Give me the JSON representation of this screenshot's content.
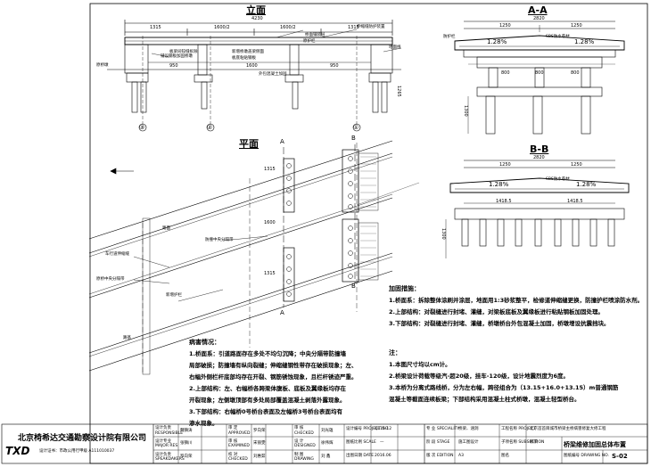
{
  "views": {
    "elevation": {
      "title": "立面",
      "total_dim": "4230",
      "dims_top": [
        "1315",
        "1600/2",
        "1600/2",
        "1315"
      ],
      "dims_mid": [
        "950",
        "1600",
        "950"
      ],
      "dim_right": "1265",
      "axes": [
        "③",
        "②",
        "①"
      ],
      "labels": {
        "l1": "伸缩缝防护装置",
        "l2": "桥面铺装层",
        "l3": "板梁间铰缝拆除",
        "l4": "铺设钢板加固桥墩",
        "l5": "新增桥墩盖梁侧面",
        "l6": "板底粘贴钢板",
        "l7": "外包混凝土加固",
        "l8": "地面线",
        "l9": "原桥墩",
        "l10": "原护栏"
      }
    },
    "section_aa": {
      "title": "A-A",
      "dims_top": [
        "2820",
        "1250",
        "1250"
      ],
      "slope_left": "1.28%",
      "slope_right": "1.28%",
      "deck_label": "SBS防水卷材",
      "left_label": "防护栏",
      "dims_bottom": [
        "800",
        "800",
        "800"
      ],
      "height_label": "1300"
    },
    "section_bb": {
      "title": "B-B",
      "dims_top": [
        "2820",
        "1250",
        "1250"
      ],
      "slope_left": "1.28%",
      "slope_right": "1.28%",
      "deck_label": "SBS防水卷材",
      "dims_mid": [
        "1418.5",
        "1418.5"
      ],
      "height_label": "1300"
    },
    "plan": {
      "title": "平面",
      "section_a": "A",
      "section_b": "B",
      "dims": [
        "1315",
        "1600",
        "1315"
      ],
      "labels": {
        "p1": "路面",
        "p2": "车行道伸缩缝",
        "p3": "原桥中央分隔带",
        "p4": "新增护栏",
        "p5": "防撞中央分隔带",
        "p6": "路基"
      }
    }
  },
  "notes_reinforce": {
    "heading": "加固措施：",
    "lines": [
      "1.桥面系：拆除整体涂刷并涂层，地面用1:3砂浆整平，检修道伸缩缝更换，防撞护栏喷涂防水剂。",
      "2.上部结构：对裂缝进行封堵、灌缝，对梁板底板及翼缘板进行粘贴钢板加固处理。",
      "3.下部结构：对裂缝进行封堵、灌缝，桥墩桥台外包混凝土加固，桥墩增设抗震挡块。"
    ]
  },
  "notes_disease": {
    "heading": "病害情况：",
    "lines": [
      "1.桥面系：引道路面存在多处不均匀沉降；中央分隔带防撞墙",
      "局部破损；防撞墙有纵向裂缝；伸缩缝钢性带存在破损现象；左、",
      "右幅外侧栏杆底部均存在开裂、钢筋锈蚀现象，且栏杆锈迹严重。",
      "2.上部结构：左、右幅桥各跨梁体腹板、底板及翼缘板均存在",
      "开裂现象；左侧墩顶部有多处局部覆盖混凝土剥落外露现象。",
      "3.下部结构：右幅桥0号桥台表面及左幅桥3号桥台表面均有",
      "渗水现象。"
    ]
  },
  "notes_general": {
    "heading": "注：",
    "lines": [
      "1.本图尺寸均以cm计。",
      "2.桥梁设计荷载等级汽-超20级，挂车-120级，设计地震烈度为6度。",
      "3.本桥为分离式路线桥，分为左右幅，跨径组合为（13.15+16.0+13.15）m普通钢筋",
      "  混凝土等截面连续板梁；下部结构采用混凝土柱式桥墩，混凝土轻型桥台。"
    ]
  },
  "title_block": {
    "company": "北京椅希达交通勘察设计院有限公司",
    "logo": "TXD",
    "logo_sub": "设计证书：市政公用行甲级  A111010037",
    "roles": [
      {
        "cn": "设计负责",
        "en": "RESPONSIBLE",
        "name": "魏镇涛"
      },
      {
        "cn": "设计专业",
        "en": "MAJOR RES",
        "name": "张镇川"
      },
      {
        "cn": "设计负责",
        "en": "SPEAKDAKERS",
        "name": "罗向荣"
      }
    ],
    "roles2": [
      {
        "cn": "审 定",
        "en": "APPROVED",
        "name": "罗向荣"
      },
      {
        "cn": "审 核",
        "en": "EXAMINED",
        "name": "宋丽雯"
      },
      {
        "cn": "校 对",
        "en": "CHECKED",
        "name": "刘惠茹"
      }
    ],
    "roles3": [
      {
        "cn": "审 核",
        "en": "CHECKED",
        "name": "刘光雄"
      },
      {
        "cn": "设 计",
        "en": "DESIGNED",
        "name": "徐伟辉"
      },
      {
        "cn": "制 图",
        "en": "DRAWING",
        "name": "刘 鑫"
      }
    ],
    "project_no_label": "设计编号 PROJECT NO",
    "project_no": "QL15-12",
    "scale_label": "图纸比例 SCALE",
    "scale": "—",
    "date_label": "出图日期 DATE",
    "date": "2016.06",
    "spec_label": "专 业 SPECIALITY",
    "spec": "桥梁、涵洞",
    "stage_label": "阶 段 STAGE",
    "stage": "施工图设计",
    "edition_label": "版 次 EDITION",
    "edition": "A3",
    "project_label": "工程名称 PROJECT",
    "project": "北京首首目城市桥梁主桥病害修复大修工程",
    "subsection_label": "子项名称 SUBSECTION",
    "subsection": "桥梁",
    "drawing_title_label": "图名",
    "drawing_title": "桥梁维修加固总体布置",
    "drawing_no_label": "图纸编号 DRAWING NO.",
    "drawing_no": "S-02"
  },
  "colors": {
    "line": "#000000",
    "hatch": "#444444",
    "bg": "#ffffff"
  }
}
